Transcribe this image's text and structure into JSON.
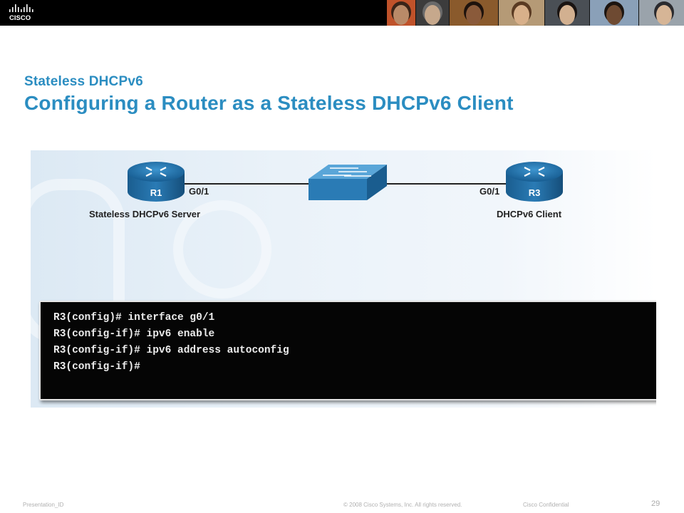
{
  "header": {
    "brand": "CISCO",
    "photos": [
      {
        "bg": "#c0522a",
        "face": "#b98a68",
        "hair": "#3a2418"
      },
      {
        "bg": "#3c3c3c",
        "face": "#c6a88c",
        "hair": "#6a6a6a"
      },
      {
        "bg": "#8a5a2c",
        "face": "#8a5a3a",
        "hair": "#1e120c"
      },
      {
        "bg": "#b59a76",
        "face": "#d8b08a",
        "hair": "#5a3a22"
      },
      {
        "bg": "#4a4f55",
        "face": "#d2b090",
        "hair": "#1a1412"
      },
      {
        "bg": "#8aa0b8",
        "face": "#6e4a32",
        "hair": "#1c1410"
      },
      {
        "bg": "#9aa3ab",
        "face": "#d6b596",
        "hair": "#2a2a2e"
      }
    ]
  },
  "slide": {
    "pre_title": "Stateless DHCPv6",
    "title": "Configuring a Router as a Stateless DHCPv6 Client"
  },
  "diagram": {
    "r1_name": "R1",
    "r1_interface": "G0/1",
    "r1_role": "Stateless DHCPv6 Server",
    "r3_name": "R3",
    "r3_interface": "G0/1",
    "r3_role": "DHCPv6 Client",
    "router_color": "#1f6fa8",
    "switch_color": "#2a7bb5"
  },
  "terminal": {
    "lines": [
      "R3(config)# interface g0/1",
      "R3(config-if)# ipv6 enable",
      "R3(config-if)# ipv6 address autoconfig",
      "R3(config-if)#"
    ]
  },
  "footer": {
    "presentation_id": "Presentation_ID",
    "copyright": "© 2008 Cisco Systems, Inc. All rights reserved.",
    "confidential": "Cisco Confidential",
    "page_number": "29"
  }
}
